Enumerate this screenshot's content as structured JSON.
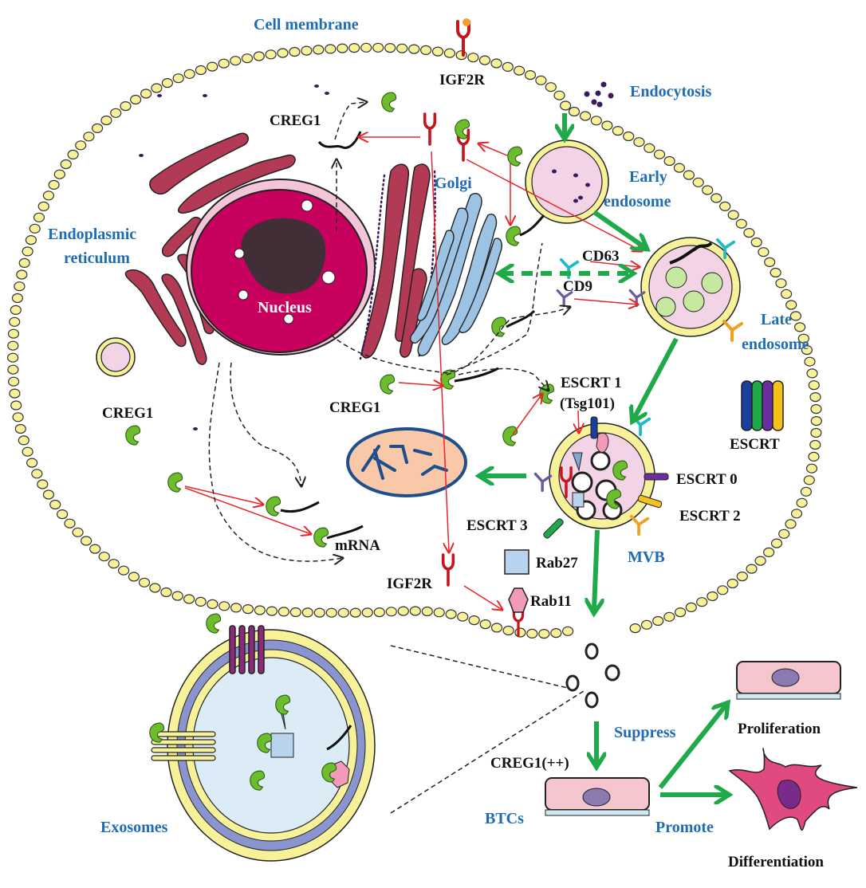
{
  "title": "CREG1 exosome secretion pathway diagram",
  "labels": {
    "cell_membrane": "Cell membrane",
    "igf2r_top": "IGF2R",
    "endocytosis": "Endocytosis",
    "creg1_top": "CREG1",
    "golgi": "Golgi",
    "early_endosome_1": "Early",
    "early_endosome_2": "endosome",
    "endoplasmic_1": "Endoplasmic",
    "endoplasmic_2": "reticulum",
    "nucleus": "Nucleus",
    "cd63": "CD63",
    "cd9": "CD9",
    "late_endosome_1": "Late",
    "late_endosome_2": "endosome",
    "creg1_mid": "CREG1",
    "creg1_left": "CREG1",
    "escrt1_1": "ESCRT 1",
    "escrt1_2": "(Tsg101)",
    "escrt_legend": "ESCRT",
    "escrt0": "ESCRT 0",
    "escrt2": "ESCRT 2",
    "escrt3": "ESCRT 3",
    "mvb": "MVB",
    "mrna": "mRNA",
    "rab27": "Rab27",
    "igf2r_bottom": "IGF2R",
    "rab11": "Rab11",
    "exosomes": "Exosomes",
    "suppress": "Suppress",
    "proliferation": "Proliferation",
    "creg1_pp": "CREG1(++)",
    "btcs": "BTCs",
    "promote": "Promote",
    "differentiation": "Differentiation"
  },
  "colors": {
    "label_blue": "#1f6cb5",
    "membrane_bead": "#f7f29a",
    "creg1_green": "#6cbd2e",
    "arrow_red": "#e8262a",
    "arrow_green": "#1faa4a",
    "nucleus": "#c8005e",
    "er": "#b23a55",
    "golgi_blue": "#9cc3e4",
    "endosome_pink": "#f3d3e6",
    "escrt_colors": [
      "#1b3f9c",
      "#1faa4a",
      "#6a2ea0",
      "#f4c21a"
    ]
  }
}
